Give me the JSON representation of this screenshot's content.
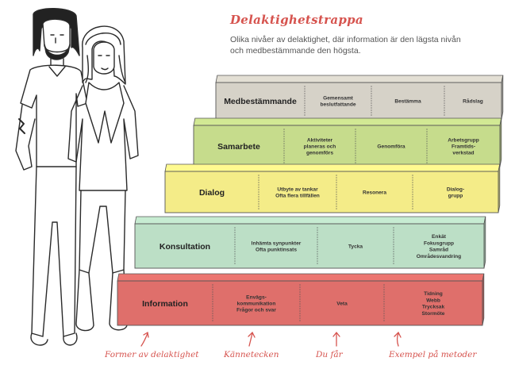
{
  "header": {
    "title": "Delaktighetstrappa",
    "subtitle_line1": "Olika nivåer av delaktighet, där information är den lägsta nivån",
    "subtitle_line2": "och medbestämmande den högsta."
  },
  "steps": [
    {
      "id": "medbestammande",
      "label": "Medbestämmande",
      "color": "#d6d2c8",
      "cells": [
        [
          "Gemensamt",
          "beslutfattande"
        ],
        [
          "Bestämma"
        ],
        [
          "Rådslag"
        ]
      ]
    },
    {
      "id": "samarbete",
      "label": "Samarbete",
      "color": "#c6dc8c",
      "cells": [
        [
          "Aktiviteter",
          "planeras och",
          "genomförs"
        ],
        [
          "Genomföra"
        ],
        [
          "Arbetsgrupp",
          "Framtids-",
          "verkstad"
        ]
      ]
    },
    {
      "id": "dialog",
      "label": "Dialog",
      "color": "#f4ec88",
      "cells": [
        [
          "Utbyte av tankar",
          "Ofta flera tillfällen"
        ],
        [
          "Resonera"
        ],
        [
          "Dialog-",
          "grupp"
        ]
      ]
    },
    {
      "id": "konsultation",
      "label": "Konsultation",
      "color": "#bcdfc6",
      "cells": [
        [
          "Inhämta synpunkter",
          "Ofta punktinsats"
        ],
        [
          "Tycka"
        ],
        [
          "Enkät",
          "Fokusgrupp",
          "Samråd",
          "Områdesvandring"
        ]
      ]
    },
    {
      "id": "information",
      "label": "Information",
      "color": "#df6f6b",
      "cells": [
        [
          "Envägs-",
          "kommunikation",
          "Frågor och svar"
        ],
        [
          "Veta"
        ],
        [
          "Tidning",
          "Webb",
          "Trycksak",
          "Stormöte"
        ]
      ]
    }
  ],
  "bottom_labels": [
    "Former av delaktighet",
    "Kännetecken",
    "Du får",
    "Exempel på metoder"
  ],
  "colors": {
    "accent": "#d6534e",
    "outline": "#555555"
  }
}
